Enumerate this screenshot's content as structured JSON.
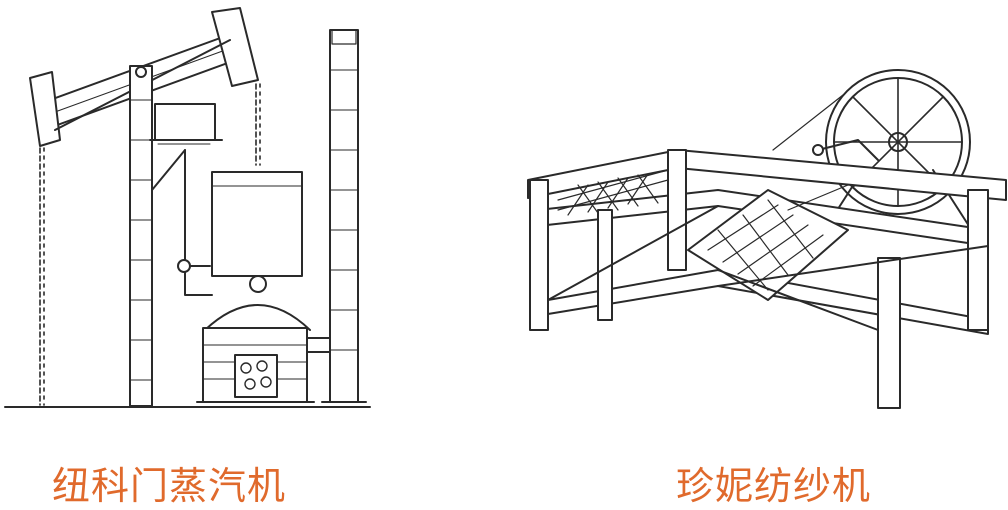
{
  "captions": {
    "left": "纽科门蒸汽机",
    "right": "珍妮纺纱机"
  },
  "colors": {
    "caption": "#e06a2c",
    "line": "#2a2a2a"
  },
  "icons": {
    "left": "newcomen-steam-engine-illustration",
    "right": "spinning-jenny-illustration"
  }
}
